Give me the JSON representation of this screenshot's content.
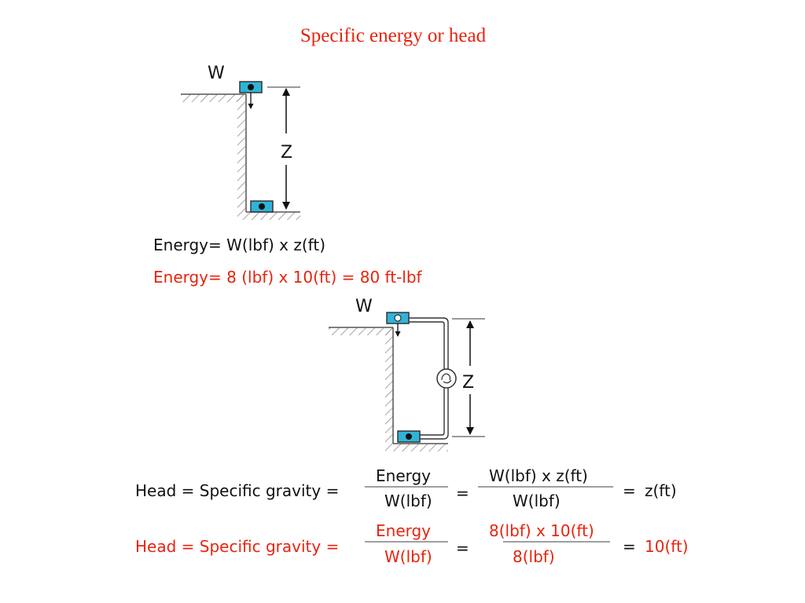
{
  "title": "Specific energy or head",
  "diagram_top": {
    "weight_label": "W",
    "height_label": "Z"
  },
  "diagram_bottom": {
    "weight_label": "W",
    "height_label": "Z"
  },
  "energy_formula": "Energy= W(lbf) x z(ft)",
  "energy_example": "Energy= 8 (lbf) x 10(ft) = 80 ft-lbf",
  "head_formula": {
    "lhs": "Head  = Specific gravity =",
    "frac1_num": "Energy",
    "frac1_den": "W(lbf)",
    "eq1": "=",
    "frac2_num": "W(lbf) x z(ft)",
    "frac2_den": "W(lbf)",
    "eq2": "=",
    "result": "z(ft)"
  },
  "head_example": {
    "lhs": "Head  = Specific gravity =",
    "frac1_num": "Energy",
    "frac1_den": "W(lbf)",
    "eq1": "=",
    "frac2_num": "8(lbf) x 10(ft)",
    "frac2_den": "8(lbf)",
    "eq2": "=",
    "result": "10(ft)"
  },
  "colors": {
    "accent_red": "#e8230e",
    "weight_box": "#2fb4d8"
  }
}
